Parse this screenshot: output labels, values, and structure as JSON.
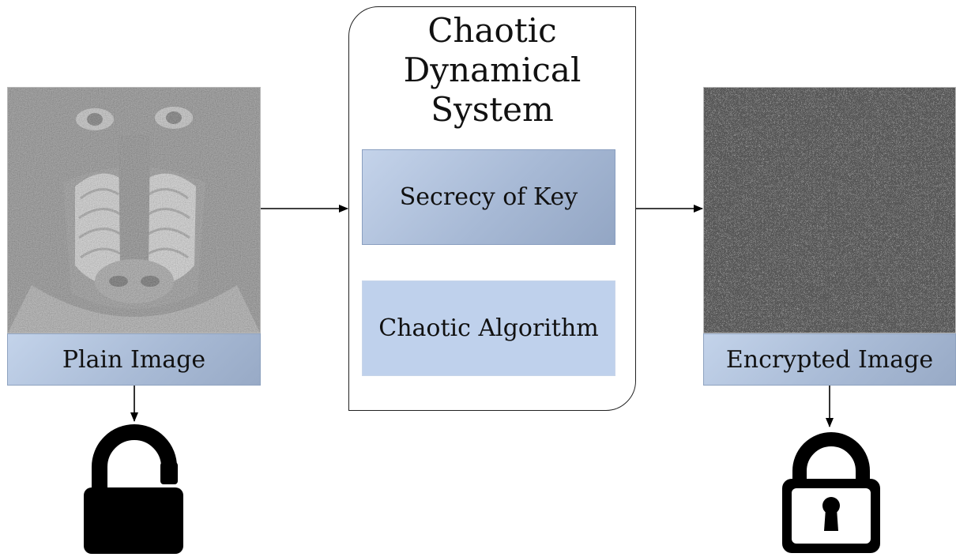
{
  "system": {
    "title": "Chaotic Dynamical System",
    "title_lines": [
      "Chaotic",
      "Dynamical",
      "System"
    ],
    "components": [
      "Secrecy of Key",
      "Chaotic Algorithm"
    ]
  },
  "input": {
    "caption": "Plain Image",
    "icon": "unlocked-padlock-icon"
  },
  "output": {
    "caption": "Encrypted Image",
    "icon": "locked-padlock-icon"
  },
  "colors": {
    "caption_fill": "#a9bbd6",
    "key_box_fill": "#a7b9d5",
    "algorithm_box_fill": "#bfd1ec",
    "stroke": "#000000"
  }
}
